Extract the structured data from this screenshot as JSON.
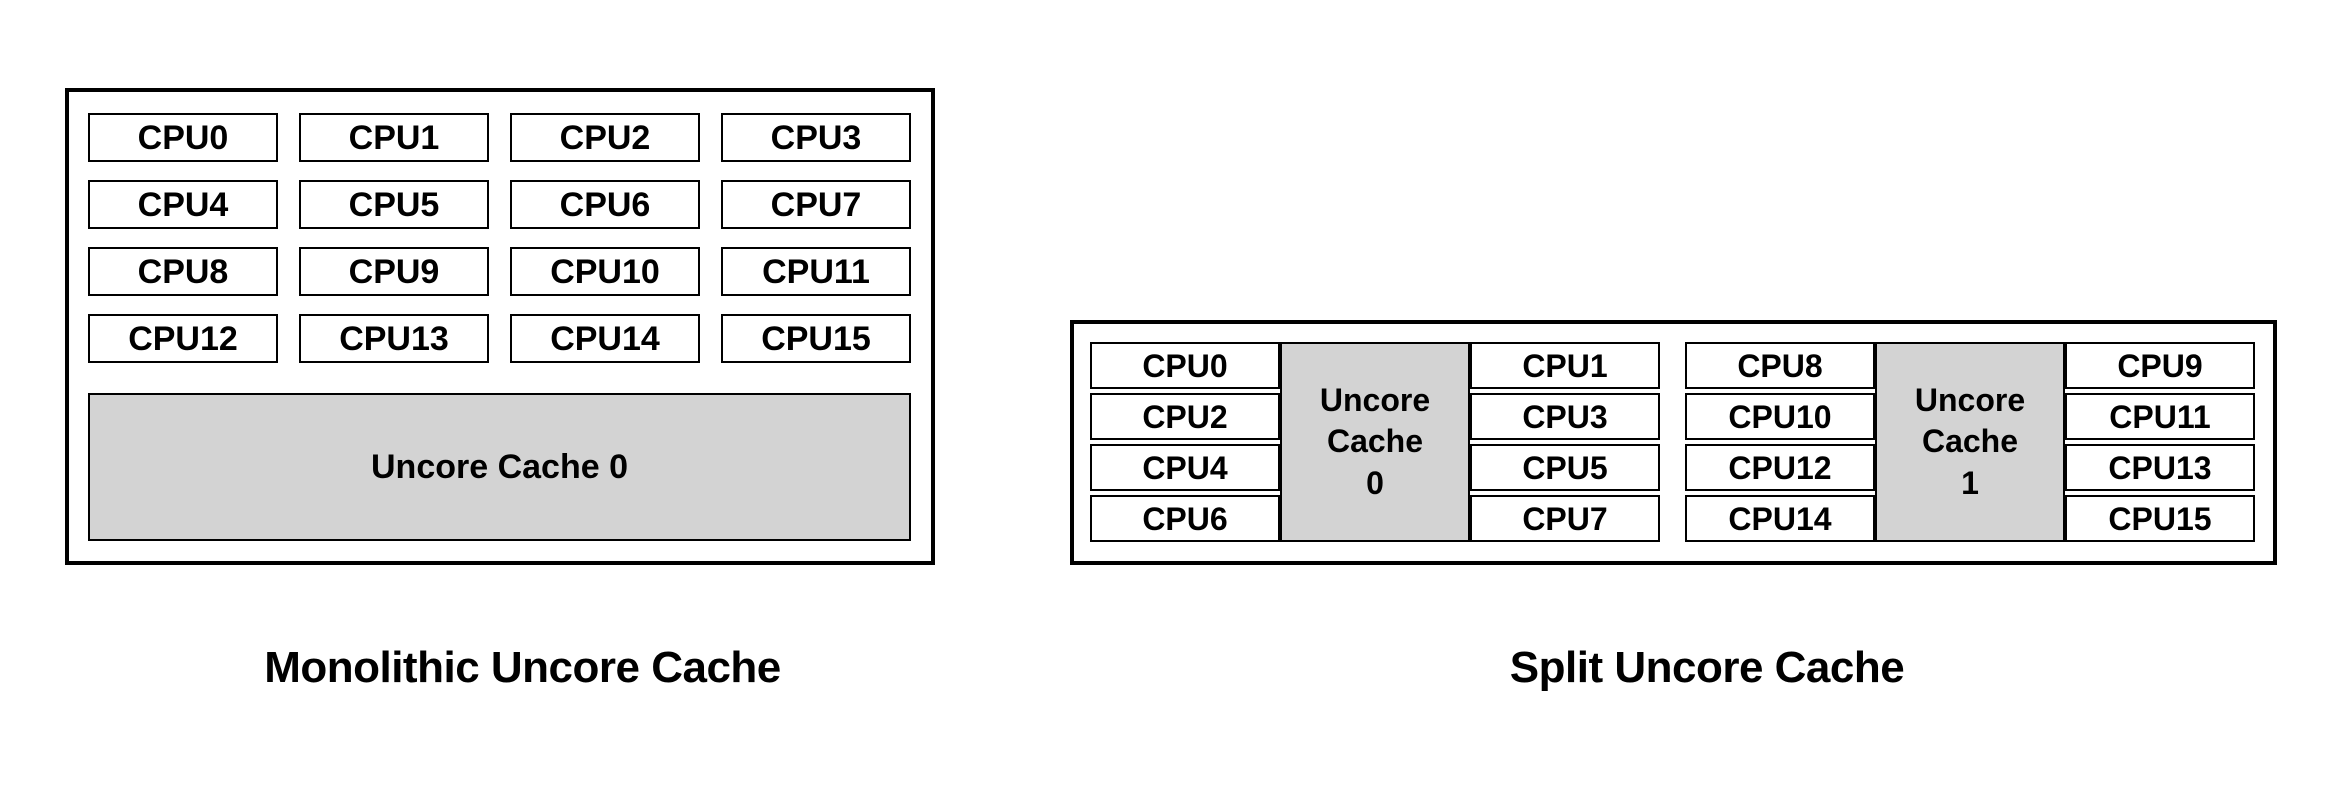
{
  "monolithic": {
    "caption": "Monolithic Uncore Cache",
    "cpus": [
      "CPU0",
      "CPU1",
      "CPU2",
      "CPU3",
      "CPU4",
      "CPU5",
      "CPU6",
      "CPU7",
      "CPU8",
      "CPU9",
      "CPU10",
      "CPU11",
      "CPU12",
      "CPU13",
      "CPU14",
      "CPU15"
    ],
    "cache_label": "Uncore Cache 0"
  },
  "split": {
    "caption": "Split Uncore Cache",
    "clusters": [
      {
        "left_cpus": [
          "CPU0",
          "CPU2",
          "CPU4",
          "CPU6"
        ],
        "cache_label_lines": [
          "Uncore",
          "Cache",
          "0"
        ],
        "right_cpus": [
          "CPU1",
          "CPU3",
          "CPU5",
          "CPU7"
        ]
      },
      {
        "left_cpus": [
          "CPU8",
          "CPU10",
          "CPU12",
          "CPU14"
        ],
        "cache_label_lines": [
          "Uncore",
          "Cache",
          "1"
        ],
        "right_cpus": [
          "CPU9",
          "CPU11",
          "CPU13",
          "CPU15"
        ]
      }
    ]
  },
  "colors": {
    "cache_fill": "#d3d3d3",
    "border": "#000000",
    "background": "#ffffff",
    "text": "#000000"
  }
}
